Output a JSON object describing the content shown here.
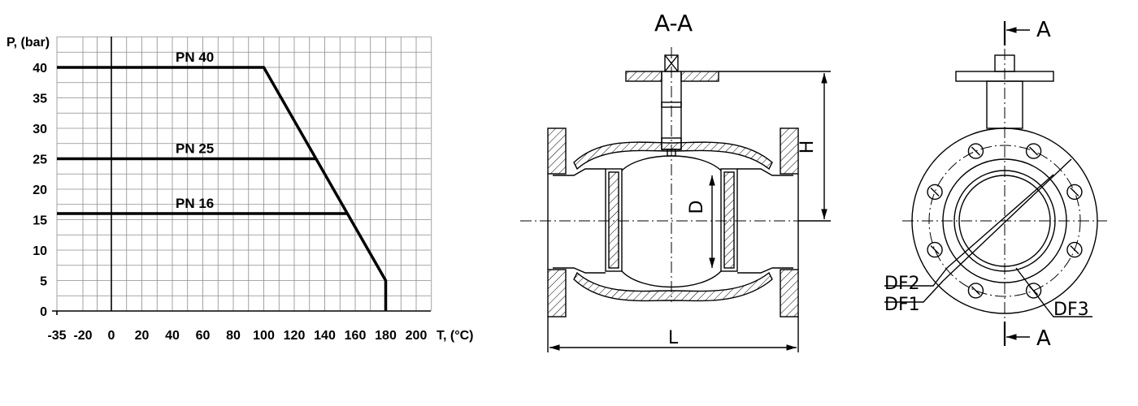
{
  "chart_data": {
    "type": "line",
    "title": "",
    "ylabel": "P, (bar)",
    "xlabel": "T, (°C)",
    "xlim": [
      -35,
      210
    ],
    "ylim": [
      0,
      45
    ],
    "grid": true,
    "x_ticks": [
      "-35",
      "-20",
      "0",
      "20",
      "40",
      "60",
      "80",
      "100",
      "120",
      "140",
      "160",
      "180",
      "200"
    ],
    "y_ticks": [
      "0",
      "5",
      "10",
      "15",
      "20",
      "25",
      "30",
      "35",
      "40"
    ],
    "series": [
      {
        "name": "PN 40",
        "x": [
          -35,
          100,
          180,
          180
        ],
        "y": [
          40,
          40,
          5,
          0
        ]
      },
      {
        "name": "PN 25",
        "x": [
          -35,
          134
        ],
        "y": [
          25,
          25
        ]
      },
      {
        "name": "PN 16",
        "x": [
          -35,
          155
        ],
        "y": [
          16,
          16
        ]
      }
    ]
  },
  "section_view": {
    "title": "A-A",
    "label_height": "H",
    "label_diameter": "D",
    "label_length": "L"
  },
  "end_view": {
    "section_mark_top": "A",
    "section_mark_bottom": "A",
    "label_df1": "DF1",
    "label_df2": "DF2",
    "label_df3": "DF3"
  }
}
